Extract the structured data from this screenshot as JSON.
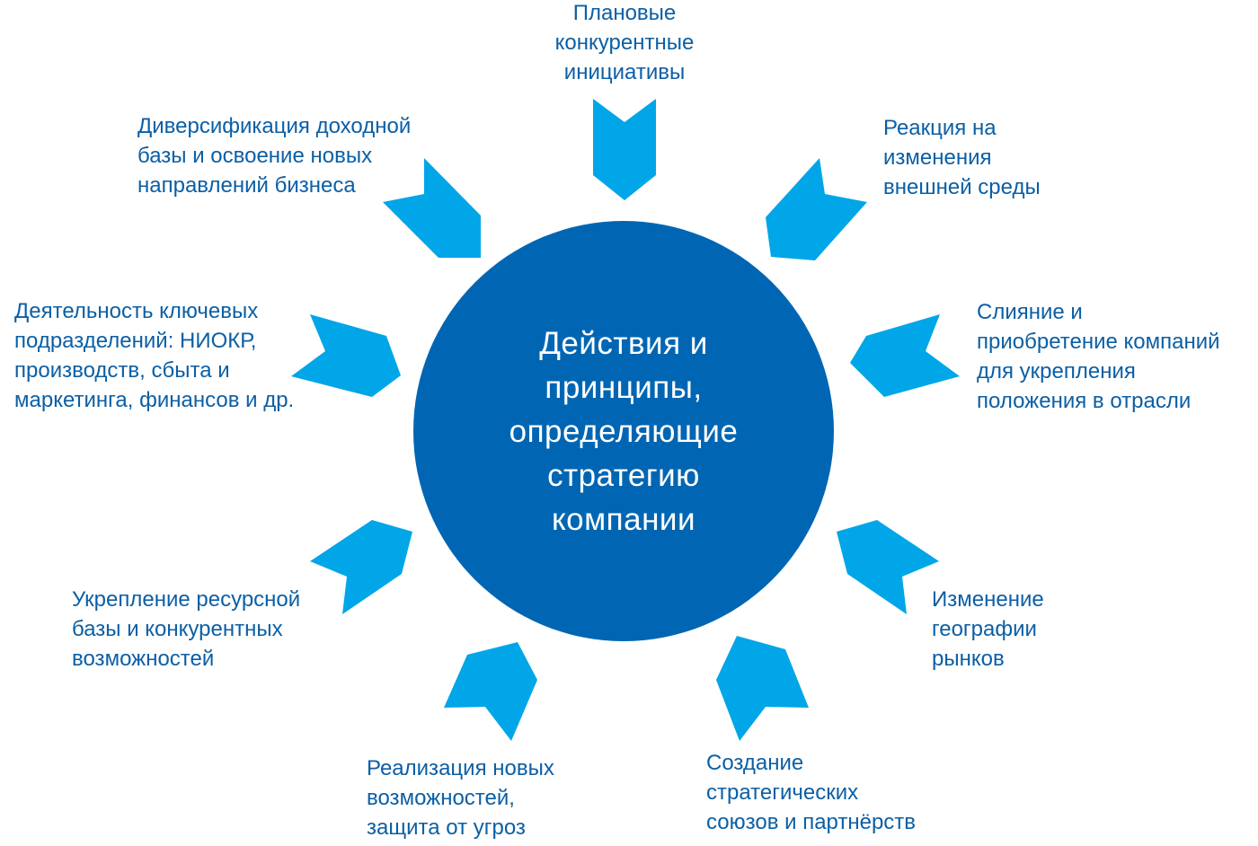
{
  "center": {
    "text": "Действия и\nпринципы,\nопределяющие\nстратегию\nкомпании"
  },
  "labels": {
    "top": "Плановые\nконкурентные\nинициативы",
    "top_left": "Диверсификация доходной\nбазы и освоение новых\nнаправлений бизнеса",
    "top_right": "Реакция на\nизменения\nвнешней среды",
    "left": "Деятельность ключевых\nподразделений: НИОКР,\nпроизводств, сбыта и\nмаркетинга, финансов и др.",
    "right": "Слияние и\nприобретение компаний\nдля укрепления\nположения в отрасли",
    "bottom_left": "Укрепление ресурсной\nбазы и конкурентных\nвозможностей",
    "bottom_right": "Изменение\nгеографии\nрынков",
    "bottom_center_left": "Реализация новых\nвозможностей,\nзащита от угроз",
    "bottom_center_right": "Создание\nстратегических\nсоюзов и партнёрств"
  },
  "colors": {
    "circle": "#0066b3",
    "arrow": "#00a6e8",
    "label": "#0b5fa5",
    "center_text": "#ffffff"
  }
}
